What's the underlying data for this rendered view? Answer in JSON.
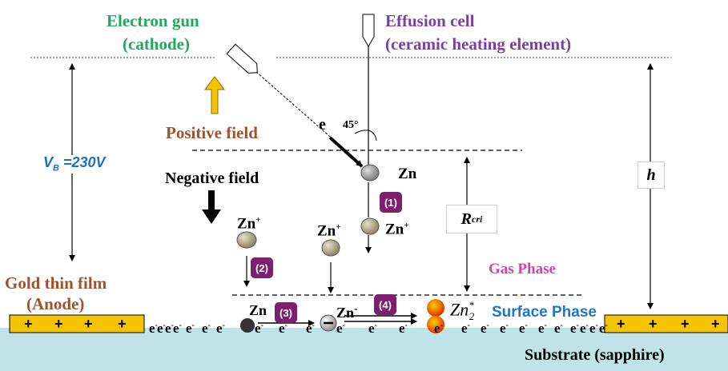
{
  "labels": {
    "electron_gun": "Electron gun",
    "cathode": "(cathode)",
    "effusion_cell": "Effusion cell",
    "ceramic": "(ceramic heating element)",
    "positive_field": "Positive field",
    "negative_field": "Negative field",
    "vb": "V",
    "vb_sub": "B",
    "vb_value": " =230V",
    "e": "e",
    "angle": "45°",
    "zn": "Zn",
    "zn_ion": "Zn",
    "ion_sup": "+",
    "zn_neg": "Zn",
    "neg_sup": "-",
    "r_cri": "R",
    "r_cri_sub": "cri",
    "h": "h",
    "gas_phase": "Gas Phase",
    "gold": "Gold thin film",
    "anode": "(Anode)",
    "zn2": "Zn",
    "zn2_sup": "*",
    "zn2_sub": "2",
    "surface_phase": "Surface Phase",
    "substrate": "Substrate (sapphire)",
    "electron": "e",
    "electron_sup": "-",
    "plus": "+"
  },
  "steps": [
    "(1)",
    "(2)",
    "(3)",
    "(4)"
  ],
  "colors": {
    "green": "#22a85a",
    "purple": "#7a3fa6",
    "brown": "#a0522d",
    "blue": "#1f6fbf",
    "magenta": "#d63fb1",
    "step_bg": "#7b1f6e",
    "gold": "#f5c400",
    "substrate": "#bfe3e6",
    "arrow_yellow": "#f5c400"
  }
}
